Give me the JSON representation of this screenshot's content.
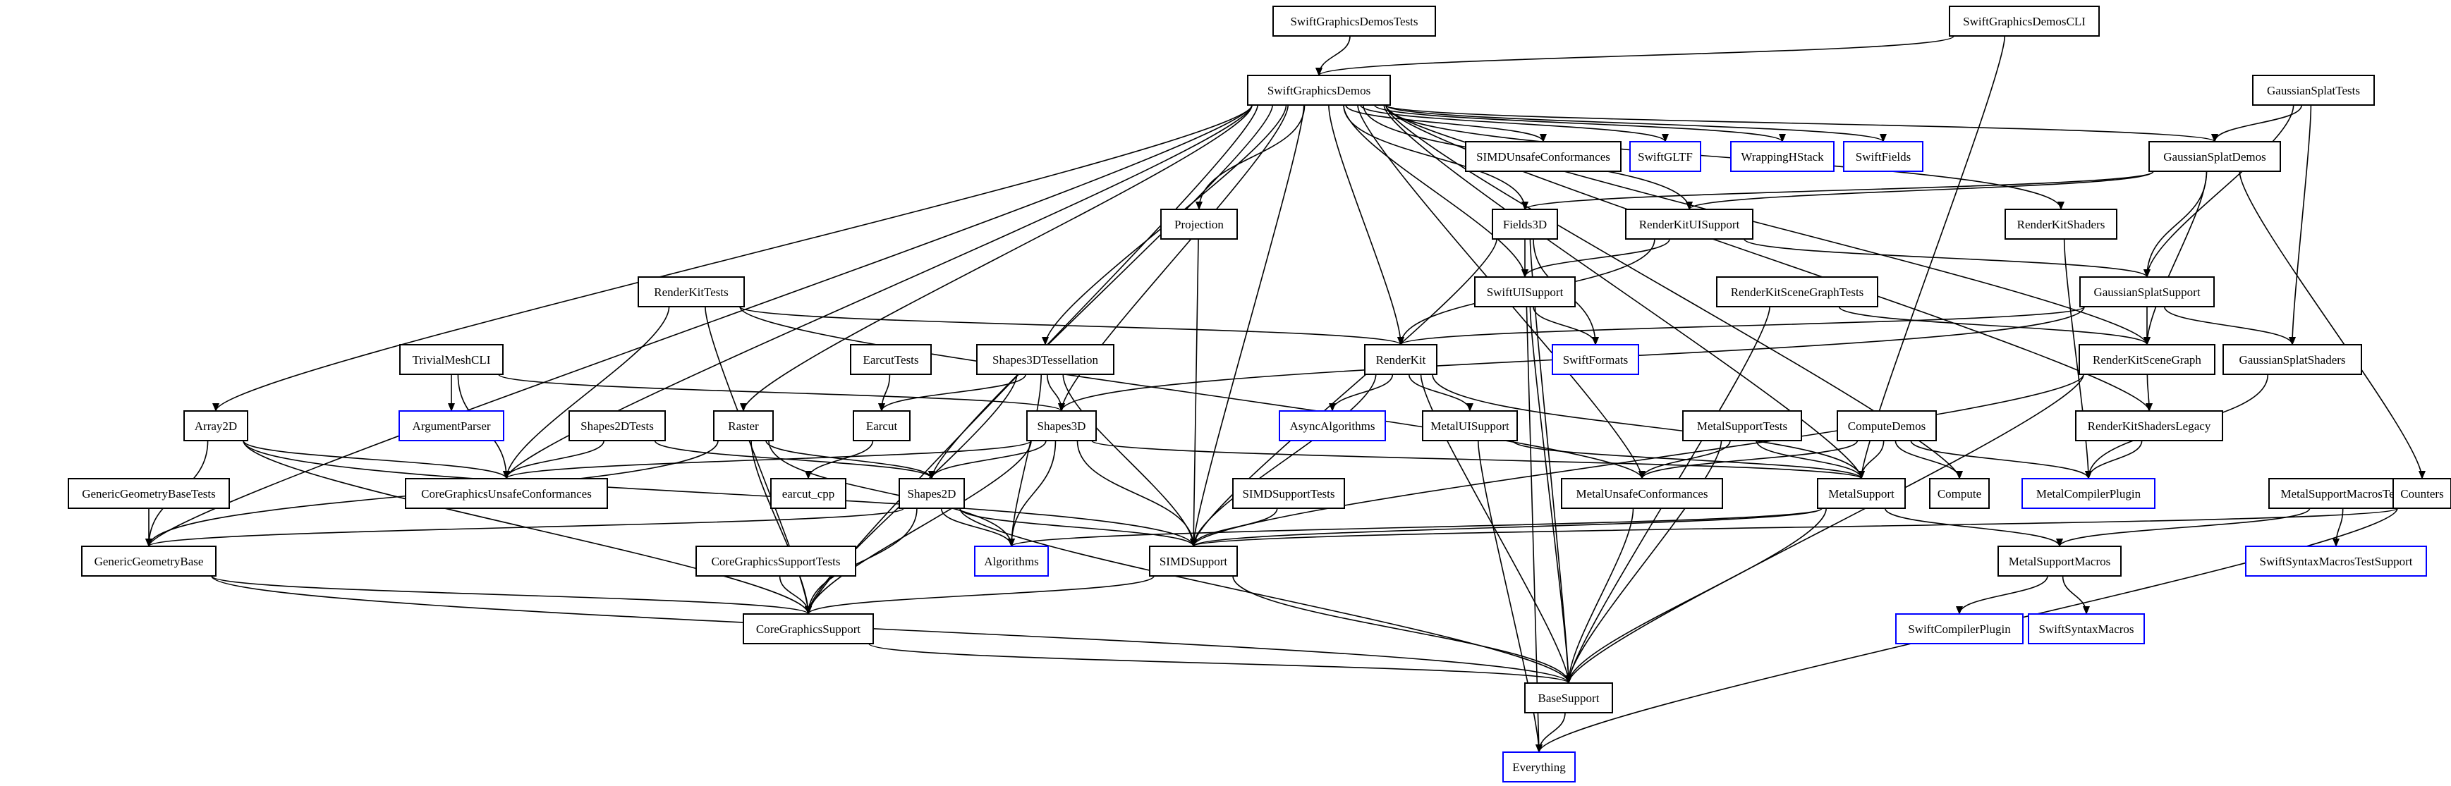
{
  "nodes": [
    {
      "id": "SwiftGraphicsDemosTests",
      "label": "SwiftGraphicsDemosTests",
      "external": false
    },
    {
      "id": "SwiftGraphicsDemosCLI",
      "label": "SwiftGraphicsDemosCLI",
      "external": false
    },
    {
      "id": "SwiftGraphicsDemos",
      "label": "SwiftGraphicsDemos",
      "external": false
    },
    {
      "id": "GaussianSplatTests",
      "label": "GaussianSplatTests",
      "external": false
    },
    {
      "id": "SIMDUnsafeConformances",
      "label": "SIMDUnsafeConformances",
      "external": false
    },
    {
      "id": "SwiftGLTF",
      "label": "SwiftGLTF",
      "external": true
    },
    {
      "id": "WrappingHStack",
      "label": "WrappingHStack",
      "external": true
    },
    {
      "id": "SwiftFields",
      "label": "SwiftFields",
      "external": true
    },
    {
      "id": "GaussianSplatDemos",
      "label": "GaussianSplatDemos",
      "external": false
    },
    {
      "id": "Projection",
      "label": "Projection",
      "external": false
    },
    {
      "id": "Fields3D",
      "label": "Fields3D",
      "external": false
    },
    {
      "id": "RenderKitUISupport",
      "label": "RenderKitUISupport",
      "external": false
    },
    {
      "id": "RenderKitShaders",
      "label": "RenderKitShaders",
      "external": false
    },
    {
      "id": "RenderKitTests",
      "label": "RenderKitTests",
      "external": false
    },
    {
      "id": "SwiftUISupport",
      "label": "SwiftUISupport",
      "external": false
    },
    {
      "id": "RenderKitSceneGraphTests",
      "label": "RenderKitSceneGraphTests",
      "external": false
    },
    {
      "id": "GaussianSplatSupport",
      "label": "GaussianSplatSupport",
      "external": false
    },
    {
      "id": "TrivialMeshCLI",
      "label": "TrivialMeshCLI",
      "external": false
    },
    {
      "id": "EarcutTests",
      "label": "EarcutTests",
      "external": false
    },
    {
      "id": "Shapes3DTessellation",
      "label": "Shapes3DTessellation",
      "external": false
    },
    {
      "id": "RenderKit",
      "label": "RenderKit",
      "external": false
    },
    {
      "id": "SwiftFormats",
      "label": "SwiftFormats",
      "external": true
    },
    {
      "id": "RenderKitSceneGraph",
      "label": "RenderKitSceneGraph",
      "external": false
    },
    {
      "id": "GaussianSplatShaders",
      "label": "GaussianSplatShaders",
      "external": false
    },
    {
      "id": "ArgumentParser",
      "label": "ArgumentParser",
      "external": true
    },
    {
      "id": "Array2D",
      "label": "Array2D",
      "external": false
    },
    {
      "id": "Shapes2DTests",
      "label": "Shapes2DTests",
      "external": false
    },
    {
      "id": "Raster",
      "label": "Raster",
      "external": false
    },
    {
      "id": "Earcut",
      "label": "Earcut",
      "external": false
    },
    {
      "id": "Shapes3D",
      "label": "Shapes3D",
      "external": false
    },
    {
      "id": "AsyncAlgorithms",
      "label": "AsyncAlgorithms",
      "external": true
    },
    {
      "id": "MetalUISupport",
      "label": "MetalUISupport",
      "external": false
    },
    {
      "id": "MetalSupportTests",
      "label": "MetalSupportTests",
      "external": false
    },
    {
      "id": "ComputeDemos",
      "label": "ComputeDemos",
      "external": false
    },
    {
      "id": "RenderKitShadersLegacy",
      "label": "RenderKitShadersLegacy",
      "external": false
    },
    {
      "id": "GenericGeometryBaseTests",
      "label": "GenericGeometryBaseTests",
      "external": false
    },
    {
      "id": "CoreGraphicsUnsafeConformances",
      "label": "CoreGraphicsUnsafeConformances",
      "external": false
    },
    {
      "id": "earcut_cpp",
      "label": "earcut_cpp",
      "external": false
    },
    {
      "id": "Shapes2D",
      "label": "Shapes2D",
      "external": false
    },
    {
      "id": "SIMDSupportTests",
      "label": "SIMDSupportTests",
      "external": false
    },
    {
      "id": "MetalUnsafeConformances",
      "label": "MetalUnsafeConformances",
      "external": false
    },
    {
      "id": "MetalSupport",
      "label": "MetalSupport",
      "external": false
    },
    {
      "id": "Compute",
      "label": "Compute",
      "external": false
    },
    {
      "id": "MetalCompilerPlugin",
      "label": "MetalCompilerPlugin",
      "external": true
    },
    {
      "id": "MetalSupportMacrosTests",
      "label": "MetalSupportMacrosTests",
      "external": false
    },
    {
      "id": "Counters",
      "label": "Counters",
      "external": false
    },
    {
      "id": "GenericGeometryBase",
      "label": "GenericGeometryBase",
      "external": false
    },
    {
      "id": "CoreGraphicsSupportTests",
      "label": "CoreGraphicsSupportTests",
      "external": false
    },
    {
      "id": "Algorithms",
      "label": "Algorithms",
      "external": true
    },
    {
      "id": "SIMDSupport",
      "label": "SIMDSupport",
      "external": false
    },
    {
      "id": "MetalSupportMacros",
      "label": "MetalSupportMacros",
      "external": false
    },
    {
      "id": "SwiftSyntaxMacrosTestSupport",
      "label": "SwiftSyntaxMacrosTestSupport",
      "external": true
    },
    {
      "id": "CoreGraphicsSupport",
      "label": "CoreGraphicsSupport",
      "external": false
    },
    {
      "id": "SwiftCompilerPlugin",
      "label": "SwiftCompilerPlugin",
      "external": true
    },
    {
      "id": "SwiftSyntaxMacros",
      "label": "SwiftSyntaxMacros",
      "external": true
    },
    {
      "id": "BaseSupport",
      "label": "BaseSupport",
      "external": false
    },
    {
      "id": "Everything",
      "label": "Everything",
      "external": true
    }
  ],
  "edges": [
    [
      "SwiftGraphicsDemosTests",
      "SwiftGraphicsDemos"
    ],
    [
      "SwiftGraphicsDemosCLI",
      "SwiftGraphicsDemos"
    ],
    [
      "SwiftGraphicsDemosCLI",
      "MetalSupport"
    ],
    [
      "SwiftGraphicsDemos",
      "SIMDUnsafeConformances"
    ],
    [
      "SwiftGraphicsDemos",
      "SwiftGLTF"
    ],
    [
      "SwiftGraphicsDemos",
      "WrappingHStack"
    ],
    [
      "SwiftGraphicsDemos",
      "SwiftFields"
    ],
    [
      "SwiftGraphicsDemos",
      "GaussianSplatDemos"
    ],
    [
      "SwiftGraphicsDemos",
      "Projection"
    ],
    [
      "SwiftGraphicsDemos",
      "Fields3D"
    ],
    [
      "SwiftGraphicsDemos",
      "RenderKitUISupport"
    ],
    [
      "SwiftGraphicsDemos",
      "RenderKitShaders"
    ],
    [
      "SwiftGraphicsDemos",
      "SwiftUISupport"
    ],
    [
      "SwiftGraphicsDemos",
      "RenderKit"
    ],
    [
      "SwiftGraphicsDemos",
      "Shapes3DTessellation"
    ],
    [
      "SwiftGraphicsDemos",
      "Shapes3D"
    ],
    [
      "SwiftGraphicsDemos",
      "Shapes2D"
    ],
    [
      "SwiftGraphicsDemos",
      "Raster"
    ],
    [
      "SwiftGraphicsDemos",
      "Array2D"
    ],
    [
      "SwiftGraphicsDemos",
      "GenericGeometryBase"
    ],
    [
      "SwiftGraphicsDemos",
      "CoreGraphicsUnsafeConformances"
    ],
    [
      "SwiftGraphicsDemos",
      "CoreGraphicsSupport"
    ],
    [
      "SwiftGraphicsDemos",
      "SIMDSupport"
    ],
    [
      "SwiftGraphicsDemos",
      "MetalUnsafeConformances"
    ],
    [
      "SwiftGraphicsDemos",
      "MetalSupport"
    ],
    [
      "SwiftGraphicsDemos",
      "Compute"
    ],
    [
      "SwiftGraphicsDemos",
      "RenderKitSceneGraph"
    ],
    [
      "SwiftGraphicsDemos",
      "RenderKitShadersLegacy"
    ],
    [
      "GaussianSplatTests",
      "GaussianSplatDemos"
    ],
    [
      "GaussianSplatTests",
      "GaussianSplatSupport"
    ],
    [
      "GaussianSplatTests",
      "GaussianSplatShaders"
    ],
    [
      "GaussianSplatDemos",
      "Fields3D"
    ],
    [
      "GaussianSplatDemos",
      "RenderKitUISupport"
    ],
    [
      "GaussianSplatDemos",
      "GaussianSplatSupport"
    ],
    [
      "GaussianSplatDemos",
      "RenderKitSceneGraph"
    ],
    [
      "GaussianSplatDemos",
      "Counters"
    ],
    [
      "Projection",
      "SIMDSupport"
    ],
    [
      "Fields3D",
      "SwiftUISupport"
    ],
    [
      "Fields3D",
      "SwiftFormats"
    ],
    [
      "Fields3D",
      "BaseSupport"
    ],
    [
      "Fields3D",
      "SIMDSupport"
    ],
    [
      "RenderKitUISupport",
      "RenderKit"
    ],
    [
      "RenderKitUISupport",
      "SwiftUISupport"
    ],
    [
      "RenderKitUISupport",
      "GaussianSplatSupport"
    ],
    [
      "RenderKitShaders",
      "MetalCompilerPlugin"
    ],
    [
      "RenderKitTests",
      "RenderKit"
    ],
    [
      "RenderKitTests",
      "CoreGraphicsUnsafeConformances"
    ],
    [
      "RenderKitTests",
      "CoreGraphicsSupport"
    ],
    [
      "RenderKitTests",
      "MetalUnsafeConformances"
    ],
    [
      "SwiftUISupport",
      "SwiftFormats"
    ],
    [
      "SwiftUISupport",
      "BaseSupport"
    ],
    [
      "SwiftUISupport",
      "Everything"
    ],
    [
      "RenderKitSceneGraphTests",
      "RenderKitSceneGraph"
    ],
    [
      "RenderKitSceneGraphTests",
      "BaseSupport"
    ],
    [
      "GaussianSplatSupport",
      "RenderKit"
    ],
    [
      "GaussianSplatSupport",
      "RenderKitSceneGraph"
    ],
    [
      "GaussianSplatSupport",
      "GaussianSplatShaders"
    ],
    [
      "GaussianSplatSupport",
      "Shapes3D"
    ],
    [
      "TrivialMeshCLI",
      "ArgumentParser"
    ],
    [
      "TrivialMeshCLI",
      "Shapes3D"
    ],
    [
      "TrivialMeshCLI",
      "CoreGraphicsUnsafeConformances"
    ],
    [
      "EarcutTests",
      "Earcut"
    ],
    [
      "Shapes3DTessellation",
      "Earcut"
    ],
    [
      "Shapes3DTessellation",
      "Shapes3D"
    ],
    [
      "Shapes3DTessellation",
      "SIMDSupport"
    ],
    [
      "Shapes3DTessellation",
      "Algorithms"
    ],
    [
      "Shapes3DTessellation",
      "CoreGraphicsSupport"
    ],
    [
      "RenderKit",
      "AsyncAlgorithms"
    ],
    [
      "RenderKit",
      "MetalUISupport"
    ],
    [
      "RenderKit",
      "MetalSupport"
    ],
    [
      "RenderKit",
      "SIMDSupport"
    ],
    [
      "RenderKit",
      "BaseSupport"
    ],
    [
      "RenderKitSceneGraph",
      "RenderKitShadersLegacy"
    ],
    [
      "RenderKitSceneGraph",
      "BaseSupport"
    ],
    [
      "RenderKitSceneGraph",
      "SIMDSupport"
    ],
    [
      "GaussianSplatShaders",
      "MetalCompilerPlugin"
    ],
    [
      "Array2D",
      "GenericGeometryBase"
    ],
    [
      "Array2D",
      "CoreGraphicsUnsafeConformances"
    ],
    [
      "Array2D",
      "CoreGraphicsSupport"
    ],
    [
      "Array2D",
      "SIMDSupport"
    ],
    [
      "Shapes2DTests",
      "Shapes2D"
    ],
    [
      "Shapes2DTests",
      "CoreGraphicsUnsafeConformances"
    ],
    [
      "Raster",
      "Shapes2D"
    ],
    [
      "Raster",
      "GenericGeometryBase"
    ],
    [
      "Raster",
      "CoreGraphicsSupport"
    ],
    [
      "Raster",
      "Algorithms"
    ],
    [
      "Earcut",
      "earcut_cpp"
    ],
    [
      "Shapes3D",
      "Shapes2D"
    ],
    [
      "Shapes3D",
      "SIMDSupport"
    ],
    [
      "Shapes3D",
      "Algorithms"
    ],
    [
      "Shapes3D",
      "CoreGraphicsSupport"
    ],
    [
      "Shapes3D",
      "MetalSupport"
    ],
    [
      "Shapes3D",
      "CoreGraphicsUnsafeConformances"
    ],
    [
      "MetalUISupport",
      "MetalSupport"
    ],
    [
      "MetalUISupport",
      "Everything"
    ],
    [
      "MetalSupportTests",
      "MetalSupport"
    ],
    [
      "MetalSupportTests",
      "MetalUnsafeConformances"
    ],
    [
      "MetalSupportTests",
      "BaseSupport"
    ],
    [
      "ComputeDemos",
      "Compute"
    ],
    [
      "ComputeDemos",
      "MetalSupport"
    ],
    [
      "ComputeDemos",
      "MetalCompilerPlugin"
    ],
    [
      "ComputeDemos",
      "MetalUnsafeConformances"
    ],
    [
      "RenderKitShadersLegacy",
      "MetalCompilerPlugin"
    ],
    [
      "GenericGeometryBaseTests",
      "GenericGeometryBase"
    ],
    [
      "Shapes2D",
      "GenericGeometryBase"
    ],
    [
      "Shapes2D",
      "Algorithms"
    ],
    [
      "Shapes2D",
      "SIMDSupport"
    ],
    [
      "Shapes2D",
      "CoreGraphicsSupport"
    ],
    [
      "Shapes2D",
      "BaseSupport"
    ],
    [
      "SIMDSupportTests",
      "SIMDSupport"
    ],
    [
      "MetalUnsafeConformances",
      "BaseSupport"
    ],
    [
      "MetalSupport",
      "SIMDSupport"
    ],
    [
      "MetalSupport",
      "MetalSupportMacros"
    ],
    [
      "MetalSupport",
      "BaseSupport"
    ],
    [
      "MetalSupport",
      "Algorithms"
    ],
    [
      "MetalSupportMacrosTests",
      "MetalSupportMacros"
    ],
    [
      "MetalSupportMacrosTests",
      "SwiftSyntaxMacrosTestSupport"
    ],
    [
      "Counters",
      "SIMDSupport"
    ],
    [
      "Counters",
      "Everything"
    ],
    [
      "GenericGeometryBase",
      "CoreGraphicsSupport"
    ],
    [
      "GenericGeometryBase",
      "BaseSupport"
    ],
    [
      "CoreGraphicsSupportTests",
      "CoreGraphicsSupport"
    ],
    [
      "SIMDSupport",
      "CoreGraphicsSupport"
    ],
    [
      "SIMDSupport",
      "BaseSupport"
    ],
    [
      "MetalSupportMacros",
      "SwiftCompilerPlugin"
    ],
    [
      "MetalSupportMacros",
      "SwiftSyntaxMacros"
    ],
    [
      "CoreGraphicsSupport",
      "BaseSupport"
    ],
    [
      "BaseSupport",
      "Everything"
    ]
  ]
}
